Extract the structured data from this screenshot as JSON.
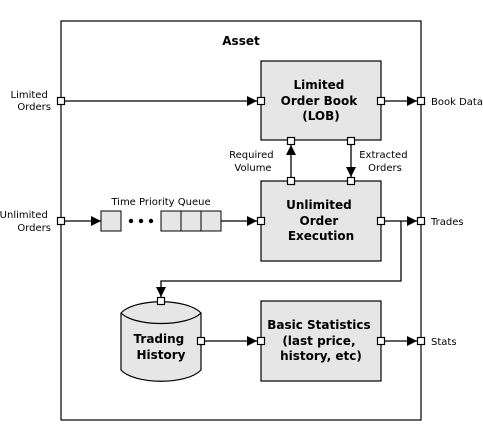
{
  "diagram": {
    "container_title": "Asset",
    "blocks": {
      "lob": [
        "Limited",
        "Order Book",
        "(LOB)"
      ],
      "execution": [
        "Unlimited",
        "Order",
        "Execution"
      ],
      "statistics": [
        "Basic Statistics",
        "(last price,",
        "history, etc)"
      ],
      "history": [
        "Trading",
        "History"
      ]
    },
    "queue_label": "Time Priority Queue",
    "inputs": {
      "limited_orders": [
        "Limited",
        "Orders"
      ],
      "unlimited_orders": [
        "Unlimited",
        "Orders"
      ]
    },
    "outputs": {
      "book_data": "Book Data",
      "trades": "Trades",
      "stats": "Stats"
    },
    "internal_labels": {
      "required_volume": [
        "Required",
        "Volume"
      ],
      "extracted_orders": [
        "Extracted",
        "Orders"
      ]
    }
  },
  "colors": {
    "block_fill": "#e6e6e6",
    "stroke": "#000000",
    "background": "#ffffff"
  }
}
